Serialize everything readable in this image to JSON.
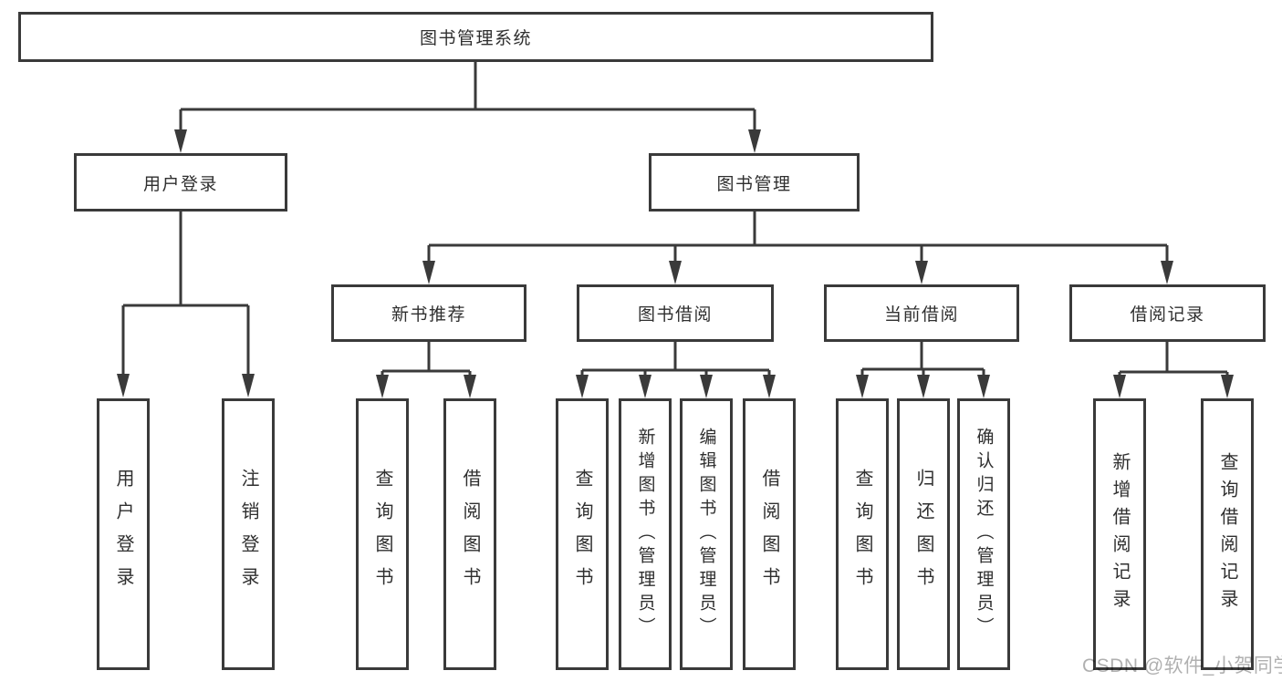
{
  "tree": {
    "label": "图书管理系统",
    "children": [
      {
        "label": "用户登录",
        "children": [
          {
            "label": "用户登录"
          },
          {
            "label": "注销登录"
          }
        ]
      },
      {
        "label": "图书管理",
        "children": [
          {
            "label": "新书推荐",
            "children": [
              {
                "label": "查询图书"
              },
              {
                "label": "借阅图书"
              }
            ]
          },
          {
            "label": "图书借阅",
            "children": [
              {
                "label": "查询图书"
              },
              {
                "label": "新增图书（管理员）"
              },
              {
                "label": "编辑图书（管理员）"
              },
              {
                "label": "借阅图书"
              }
            ]
          },
          {
            "label": "当前借阅",
            "children": [
              {
                "label": "查询图书"
              },
              {
                "label": "归还图书"
              },
              {
                "label": "确认归还（管理员）"
              }
            ]
          },
          {
            "label": "借阅记录",
            "children": [
              {
                "label": "新增借阅记录"
              },
              {
                "label": "查询借阅记录"
              }
            ]
          }
        ]
      }
    ]
  },
  "watermark": {
    "text": "CSDN @软件_小贺同学"
  },
  "colors": {
    "line": "#3a3a3a",
    "text": "#2f2f2f",
    "background": "#ffffff",
    "watermark": "#b0b0b0"
  }
}
